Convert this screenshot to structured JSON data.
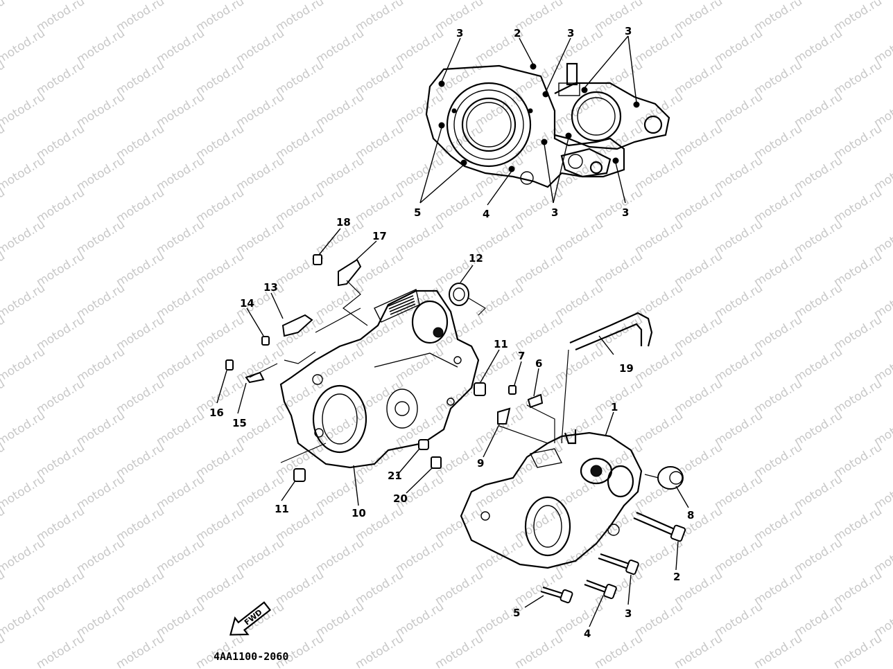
{
  "diagram": {
    "code": "4AA1100-2060",
    "watermark": "motod.ru",
    "fwd_label": "FWD",
    "callouts_top": [
      "3",
      "2",
      "3",
      "3",
      "5",
      "4",
      "3",
      "3"
    ],
    "callouts_main": [
      "18",
      "17",
      "12",
      "13",
      "14",
      "16",
      "15",
      "11",
      "7",
      "6",
      "19",
      "1",
      "9",
      "8",
      "21",
      "20",
      "11",
      "10",
      "2",
      "3",
      "5",
      "4"
    ]
  }
}
